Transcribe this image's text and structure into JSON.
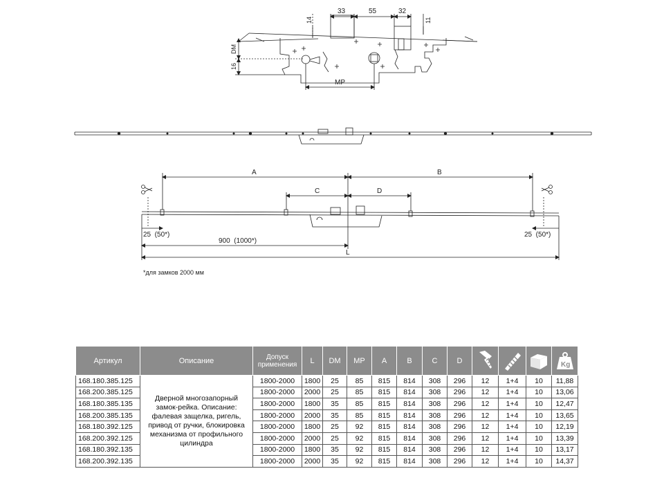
{
  "drawing": {
    "top_dims": {
      "d14": "14",
      "d33": "33",
      "d55": "55",
      "d32": "32",
      "d11": "11",
      "dm": "DM",
      "d16": "16",
      "mp": "MP"
    },
    "layout_dims": {
      "a": "A",
      "b": "B",
      "c": "C",
      "d": "D",
      "left_offset": "25  (50*)",
      "right_offset": "25  (50*)",
      "center_offset": "900  (1000*)",
      "length": "L"
    },
    "footnote": "*для замков 2000 мм"
  },
  "table": {
    "headers": {
      "article": "Артикул",
      "description": "Описание",
      "tolerance": "Допуск применения",
      "l": "L",
      "dm": "DM",
      "mp": "MP",
      "a": "A",
      "b": "B",
      "c": "C",
      "d": "D"
    },
    "icons": [
      "screw-icon",
      "cable-tie-icon",
      "box-icon",
      "weight-kg-icon"
    ],
    "weight_label": "Kg",
    "description": "Дверной многозапорный замок-рейка. Описание: фалевая защелка, ригель, привод от ручки, блокировка механизма от профильного цилиндра",
    "rows": [
      {
        "article": "168.180.385.125",
        "tolerance": "1800-2000",
        "l": "1800",
        "dm": "25",
        "mp": "85",
        "a": "815",
        "b": "814",
        "c": "308",
        "d": "296",
        "screws": "12",
        "ties": "1+4",
        "pack": "10",
        "weight": "11,88"
      },
      {
        "article": "168.200.385.125",
        "tolerance": "1800-2000",
        "l": "2000",
        "dm": "25",
        "mp": "85",
        "a": "815",
        "b": "814",
        "c": "308",
        "d": "296",
        "screws": "12",
        "ties": "1+4",
        "pack": "10",
        "weight": "13,06"
      },
      {
        "article": "168.180.385.135",
        "tolerance": "1800-2000",
        "l": "1800",
        "dm": "35",
        "mp": "85",
        "a": "815",
        "b": "814",
        "c": "308",
        "d": "296",
        "screws": "12",
        "ties": "1+4",
        "pack": "10",
        "weight": "12,47"
      },
      {
        "article": "168.200.385.135",
        "tolerance": "1800-2000",
        "l": "2000",
        "dm": "35",
        "mp": "85",
        "a": "815",
        "b": "814",
        "c": "308",
        "d": "296",
        "screws": "12",
        "ties": "1+4",
        "pack": "10",
        "weight": "13,65"
      },
      {
        "article": "168.180.392.125",
        "tolerance": "1800-2000",
        "l": "1800",
        "dm": "25",
        "mp": "92",
        "a": "815",
        "b": "814",
        "c": "308",
        "d": "296",
        "screws": "12",
        "ties": "1+4",
        "pack": "10",
        "weight": "12,19"
      },
      {
        "article": "168.200.392.125",
        "tolerance": "1800-2000",
        "l": "2000",
        "dm": "25",
        "mp": "92",
        "a": "815",
        "b": "814",
        "c": "308",
        "d": "296",
        "screws": "12",
        "ties": "1+4",
        "pack": "10",
        "weight": "13,39"
      },
      {
        "article": "168.180.392.135",
        "tolerance": "1800-2000",
        "l": "1800",
        "dm": "35",
        "mp": "92",
        "a": "815",
        "b": "814",
        "c": "308",
        "d": "296",
        "screws": "12",
        "ties": "1+4",
        "pack": "10",
        "weight": "13,17"
      },
      {
        "article": "168.200.392.135",
        "tolerance": "1800-2000",
        "l": "2000",
        "dm": "35",
        "mp": "92",
        "a": "815",
        "b": "814",
        "c": "308",
        "d": "296",
        "screws": "12",
        "ties": "1+4",
        "pack": "10",
        "weight": "14,37"
      }
    ]
  }
}
